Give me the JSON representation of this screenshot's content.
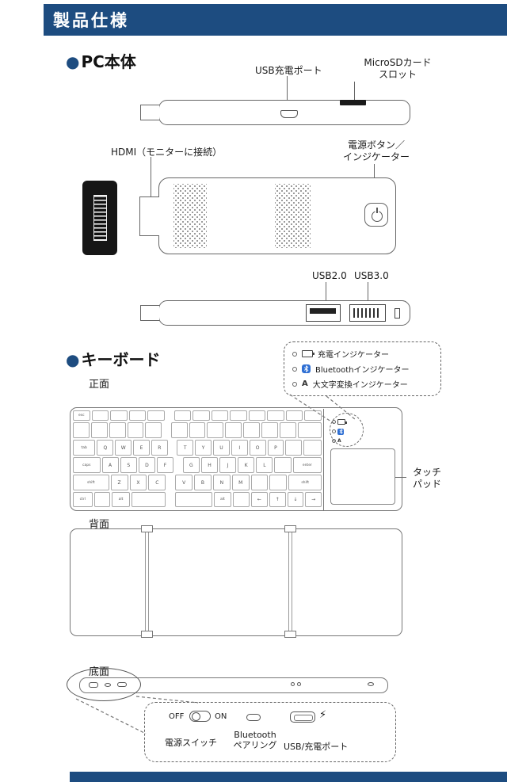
{
  "page": {
    "title": "製品仕様"
  },
  "sections": {
    "bullet": "●",
    "pc": "PC本体",
    "keyboard": "キーボード"
  },
  "colors": {
    "accent": "#1d4c80",
    "bluetooth_blue": "#2f6fd3"
  },
  "pc": {
    "labels": {
      "usb_charge": "USB充電ポート",
      "microsd_1": "MicroSDカード",
      "microsd_2": "スロット",
      "hdmi": "HDMI（モニターに接続）",
      "power_1": "電源ボタン／",
      "power_2": "インジケーター",
      "usb20": "USB2.0",
      "usb30": "USB3.0"
    }
  },
  "keyboard": {
    "views": {
      "front": "正面",
      "back": "背面",
      "bottom": "底面"
    },
    "legend": [
      {
        "icon": "battery",
        "label": "充電インジケーター"
      },
      {
        "icon": "bluetooth",
        "label": "Bluetoothインジケーター"
      },
      {
        "icon": "letter",
        "icon_text": "A",
        "label": "大文字変換インジケーター"
      }
    ],
    "touchpad": {
      "line1": "タッチ",
      "line2": "パッド"
    },
    "bottom_detail": {
      "off": "OFF",
      "on": "ON",
      "power_switch_label": "電源スイッチ",
      "bt_label_1": "Bluetooth",
      "bt_label_2": "ペアリング",
      "usb_label": "USB/充電ポート",
      "bolt": "⚡"
    },
    "keys": {
      "rows": [
        {
          "h": 13,
          "keys": [
            {
              "l": "esc"
            },
            {
              "l": ""
            },
            {
              "l": ""
            },
            {
              "l": ""
            },
            {
              "l": ""
            },
            {
              "sp": 1,
              "w": 0.4
            },
            {
              "l": ""
            },
            {
              "l": ""
            },
            {
              "l": ""
            },
            {
              "l": ""
            },
            {
              "l": ""
            },
            {
              "l": ""
            },
            {
              "l": ""
            },
            {
              "l": ""
            }
          ]
        },
        {
          "h": 20,
          "keys": [
            {
              "l": ""
            },
            {
              "l": ""
            },
            {
              "l": ""
            },
            {
              "l": ""
            },
            {
              "l": ""
            },
            {
              "sp": 1,
              "w": 0.4
            },
            {
              "l": ""
            },
            {
              "l": ""
            },
            {
              "l": ""
            },
            {
              "l": ""
            },
            {
              "l": ""
            },
            {
              "l": ""
            },
            {
              "l": ""
            },
            {
              "l": "",
              "w": 1.5
            }
          ]
        },
        {
          "h": 20,
          "keys": [
            {
              "l": "tab",
              "w": 1.4
            },
            {
              "l": "Q"
            },
            {
              "l": "W"
            },
            {
              "l": "E"
            },
            {
              "l": "R"
            },
            {
              "sp": 1,
              "w": 0.4
            },
            {
              "l": "T"
            },
            {
              "l": "Y"
            },
            {
              "l": "U"
            },
            {
              "l": "I"
            },
            {
              "l": "O"
            },
            {
              "l": "P"
            },
            {
              "l": ""
            },
            {
              "l": "",
              "w": 1.1
            }
          ]
        },
        {
          "h": 20,
          "keys": [
            {
              "l": "caps",
              "w": 1.7
            },
            {
              "l": "A"
            },
            {
              "l": "S"
            },
            {
              "l": "D"
            },
            {
              "l": "F"
            },
            {
              "sp": 1,
              "w": 0.4
            },
            {
              "l": "G"
            },
            {
              "l": "H"
            },
            {
              "l": "J"
            },
            {
              "l": "K"
            },
            {
              "l": "L"
            },
            {
              "l": ""
            },
            {
              "l": "enter",
              "w": 1.8
            }
          ]
        },
        {
          "h": 20,
          "keys": [
            {
              "l": "shift",
              "w": 2.2
            },
            {
              "l": "Z"
            },
            {
              "l": "X"
            },
            {
              "l": "C"
            },
            {
              "sp": 1,
              "w": 0.4
            },
            {
              "l": "V"
            },
            {
              "l": "B"
            },
            {
              "l": "N"
            },
            {
              "l": "M"
            },
            {
              "l": ""
            },
            {
              "l": ""
            },
            {
              "l": "shift",
              "w": 2.0
            }
          ]
        },
        {
          "h": 19,
          "keys": [
            {
              "l": "ctrl",
              "w": 1.2
            },
            {
              "l": ""
            },
            {
              "l": "alt",
              "w": 1.1
            },
            {
              "l": "",
              "w": 2.2
            },
            {
              "sp": 1,
              "w": 0.4
            },
            {
              "l": "",
              "w": 2.4
            },
            {
              "l": "alt",
              "w": 1.1
            },
            {
              "l": ""
            },
            {
              "l": "←"
            },
            {
              "l": "↑"
            },
            {
              "l": "↓"
            },
            {
              "l": "→"
            }
          ]
        }
      ]
    }
  }
}
